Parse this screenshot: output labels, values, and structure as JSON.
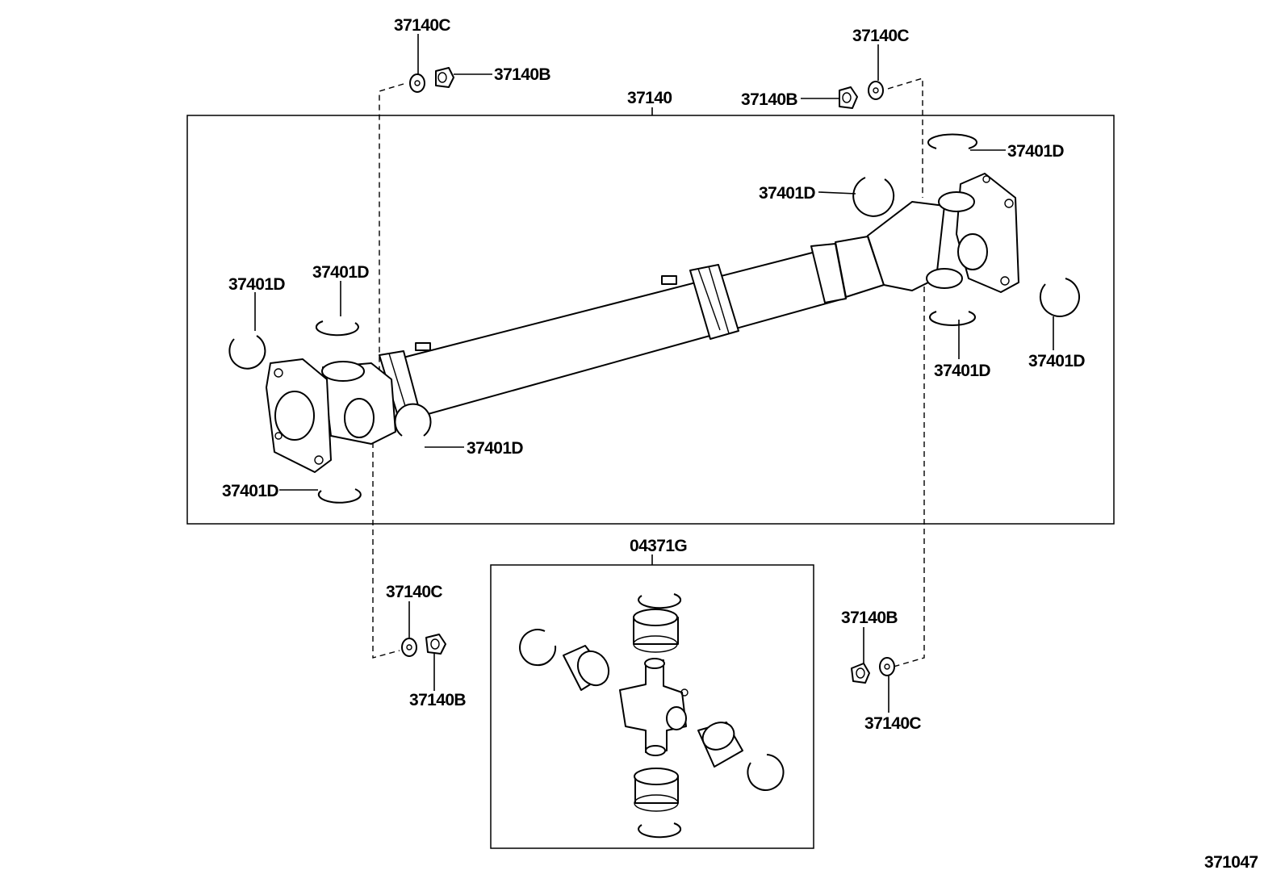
{
  "diagram_id": "371047",
  "labels": {
    "assembly": "37140",
    "uj_kit": "04371G",
    "c_top_left": "37140C",
    "b_top_left": "37140B",
    "c_top_right": "37140C",
    "b_top_right": "37140B",
    "d_right_top": "37401D",
    "d_center_upper": "37401D",
    "d_left_outer": "37401D",
    "d_left_inner": "37401D",
    "d_right_lower_inner": "37401D",
    "d_right_lower_outer": "37401D",
    "d_lower_center": "37401D",
    "d_lower_left": "37401D",
    "c_bottom_left": "37140C",
    "b_bottom_left": "37140B",
    "b_bottom_right": "37140B",
    "c_bottom_right": "37140C"
  }
}
